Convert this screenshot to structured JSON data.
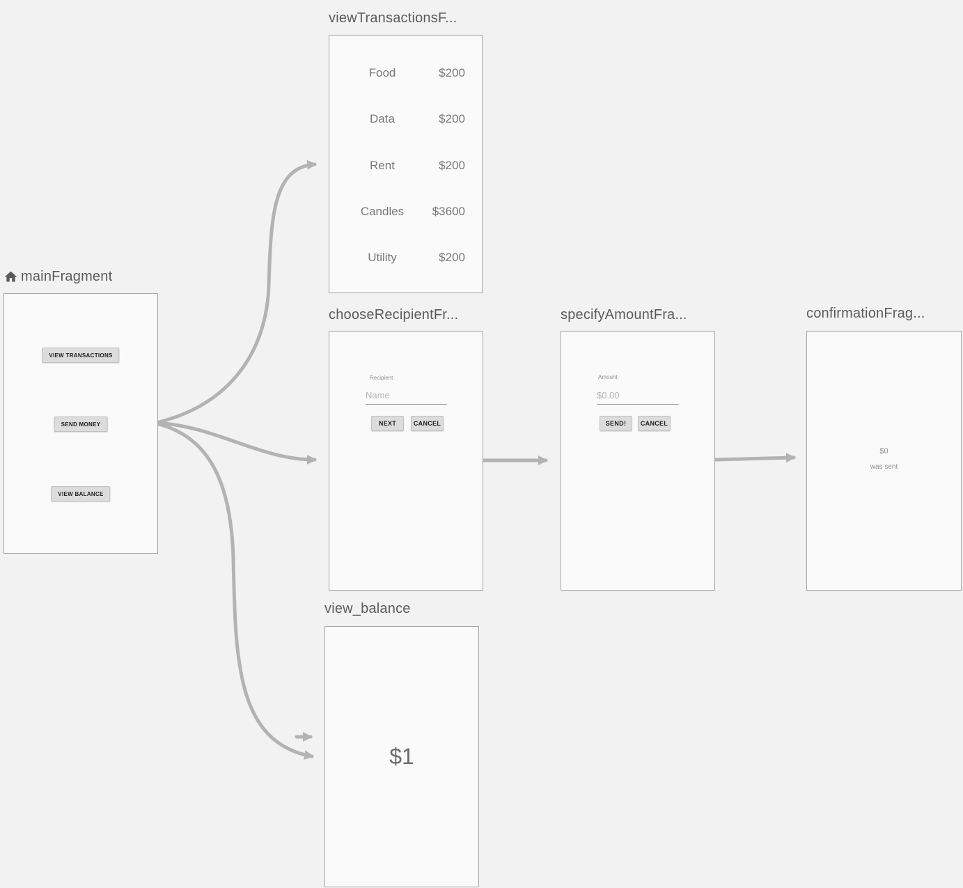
{
  "colors": {
    "canvas_bg": "#f2f2f2",
    "panel_bg": "#fafafa",
    "panel_border": "#a5a5a5",
    "arrow": "#b3b3b3",
    "title_text": "#5b5b5b"
  },
  "nodes": {
    "main": {
      "title": "mainFragment",
      "buttons": {
        "view_transactions": "VIEW TRANSACTIONS",
        "send_money": "SEND MONEY",
        "view_balance": "VIEW BALANCE"
      }
    },
    "view_transactions": {
      "title": "viewTransactionsF...",
      "rows": [
        {
          "label": "Food",
          "amount": "$200"
        },
        {
          "label": "Data",
          "amount": "$200"
        },
        {
          "label": "Rent",
          "amount": "$200"
        },
        {
          "label": "Candles",
          "amount": "$3600"
        },
        {
          "label": "Utility",
          "amount": "$200"
        }
      ]
    },
    "choose_recipient": {
      "title": "chooseRecipientFr...",
      "field_label": "Recipient",
      "field_hint": "Name",
      "next_label": "NEXT",
      "cancel_label": "CANCEL"
    },
    "specify_amount": {
      "title": "specifyAmountFra...",
      "field_label": "Amount",
      "field_hint": "$0.00",
      "send_label": "SEND!",
      "cancel_label": "CANCEL"
    },
    "confirmation": {
      "title": "confirmationFrag...",
      "amount": "$0",
      "message": "was sent"
    },
    "view_balance": {
      "title": "view_balance",
      "balance": "$1"
    }
  }
}
